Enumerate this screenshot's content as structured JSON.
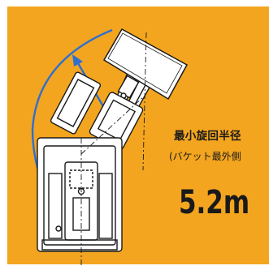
{
  "diagram": {
    "title": "最小旋回半径",
    "subtitle": "(バケット最外側",
    "radius_value": "5.2m",
    "colors": {
      "background": "#f3a51f",
      "arc": "#2f6fd0",
      "outline": "#1a1a1a",
      "machine_fill": "#ffffff"
    }
  }
}
